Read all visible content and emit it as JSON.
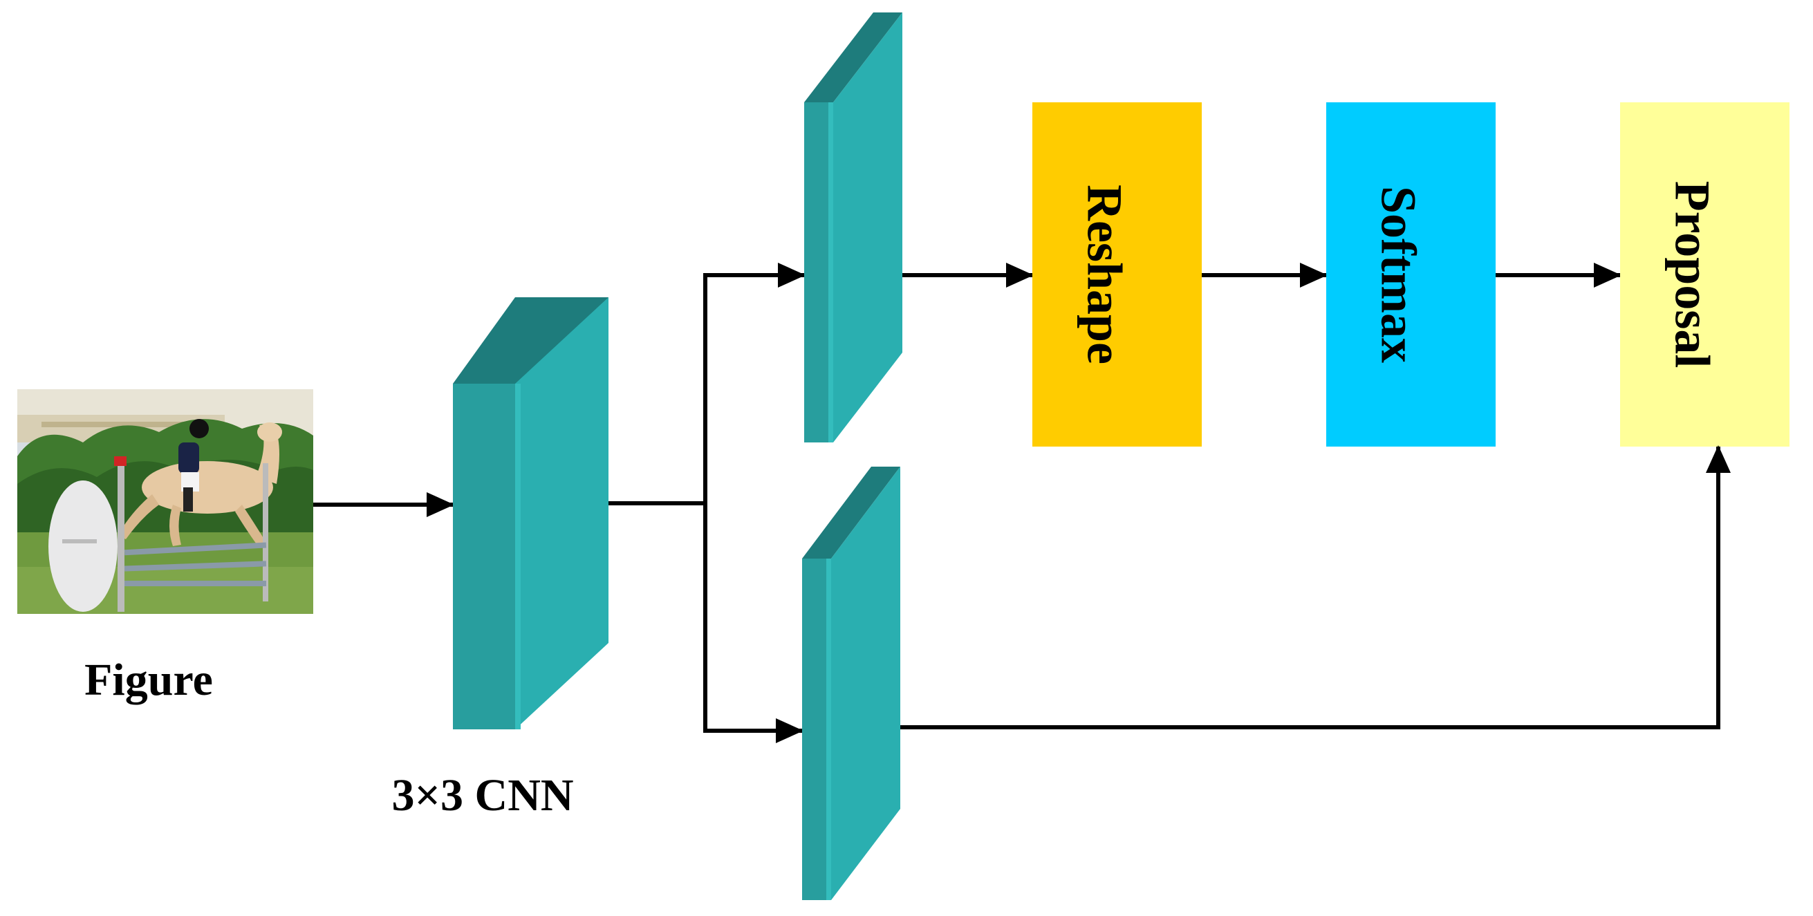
{
  "input": {
    "caption": "Figure",
    "photo_description_icon": "horse-rider-photo"
  },
  "cnn": {
    "caption": "3×3 CNN"
  },
  "blocks": {
    "reshape": "Reshape",
    "softmax": "Softmax",
    "proposal": "Proposal"
  },
  "colors": {
    "layer_front": "#2AAFB0",
    "layer_side": "#289E9E",
    "layer_top": "#1E7C7C",
    "reshape_fill": "#FFCC00",
    "softmax_fill": "#00CCFF",
    "proposal_fill": "#FFFF99",
    "arrow": "#000000"
  }
}
